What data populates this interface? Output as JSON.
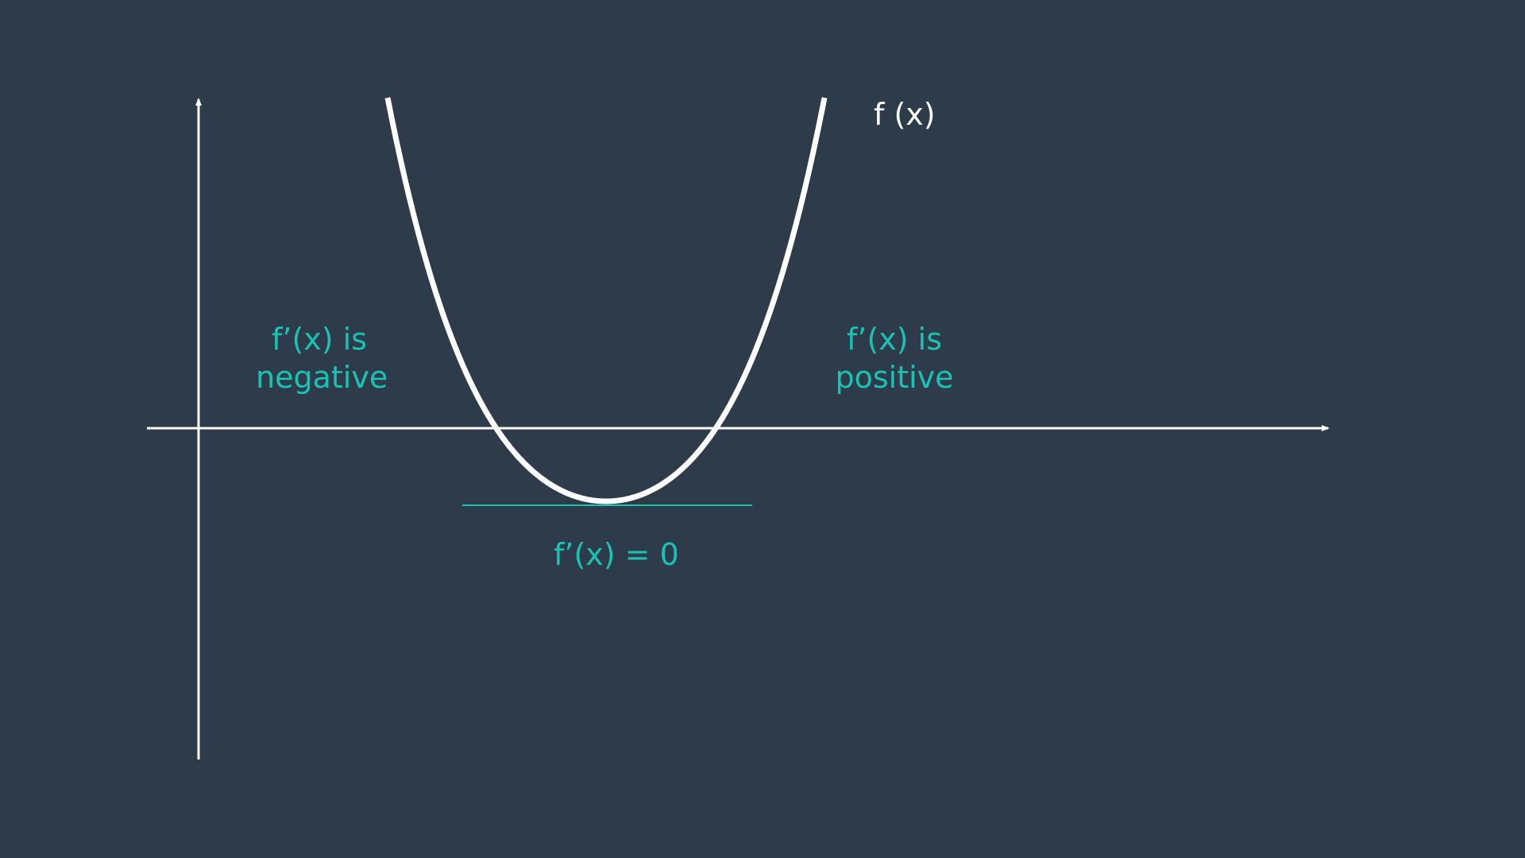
{
  "diagram": {
    "curve_label": "f (x)",
    "left_region_label": [
      "f’(x) is",
      "negative"
    ],
    "right_region_label": [
      "f’(x) is",
      "positive"
    ],
    "minimum_label": "f’(x) = 0"
  },
  "colors": {
    "background": "#2e3b4a",
    "curve": "#ffffff",
    "axes": "#ffffff",
    "accent": "#19c3b4"
  }
}
